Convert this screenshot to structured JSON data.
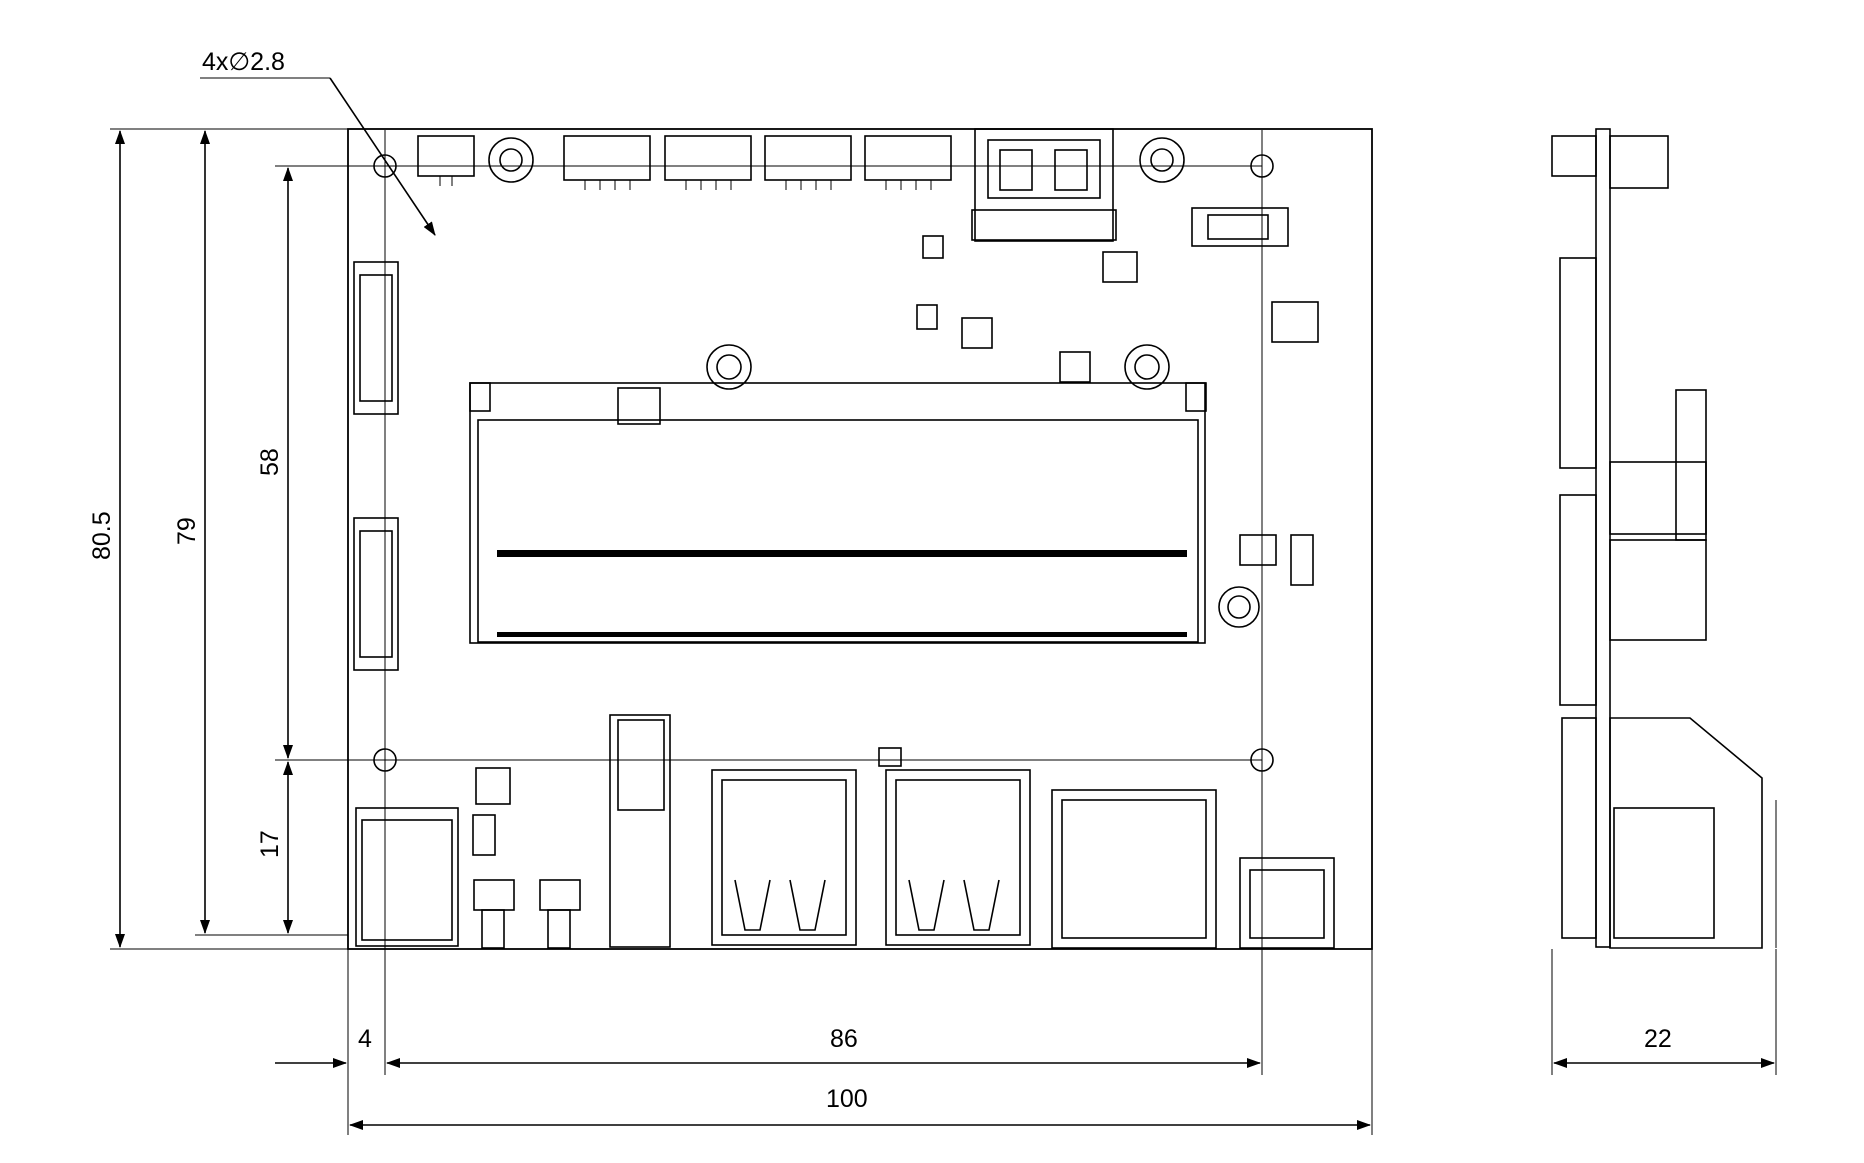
{
  "dimensions": {
    "hole_callout": "4x∅2.8",
    "height_total": "80.5",
    "height_mount": "79",
    "height_upper": "58",
    "height_lower": "17",
    "width_offset": "4",
    "width_mount": "86",
    "width_total": "100",
    "thickness": "22"
  },
  "colors": {
    "line": "#000000",
    "background": "#ffffff"
  }
}
